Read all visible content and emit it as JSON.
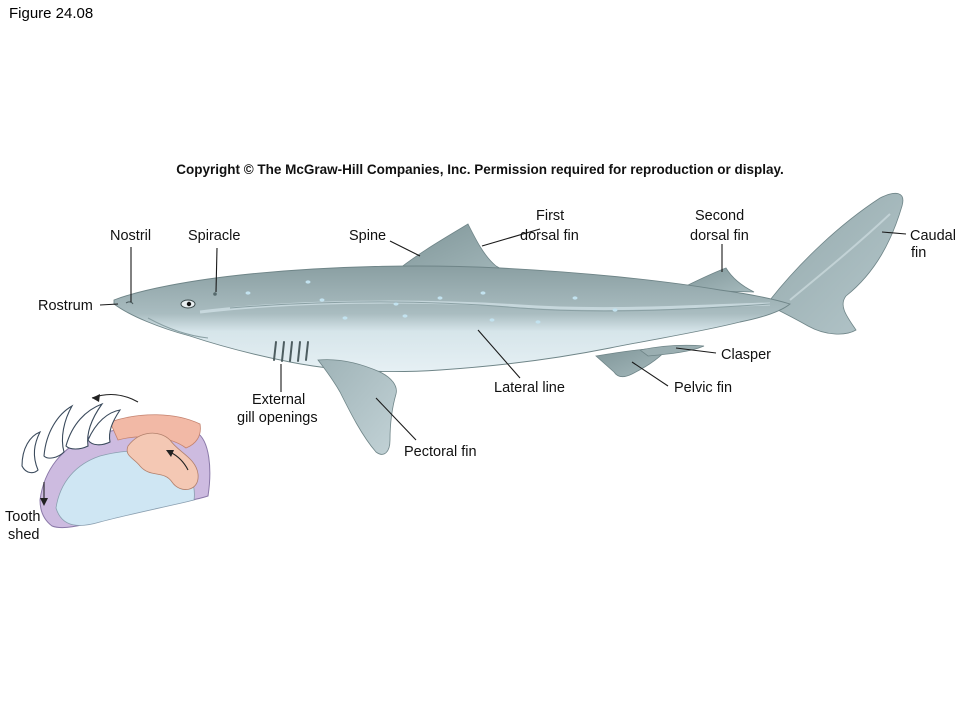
{
  "figure_title": "Figure 24.08",
  "copyright": "Copyright © The McGraw-Hill Companies, Inc. Permission required for reproduction or display.",
  "labels": {
    "nostril": "Nostril",
    "spiracle": "Spiracle",
    "spine": "Spine",
    "first_dorsal_line1": "First",
    "first_dorsal_line2": "dorsal fin",
    "second_dorsal_line1": "Second",
    "second_dorsal_line2": "dorsal fin",
    "caudal_line1": "Caudal",
    "caudal_line2": "fin",
    "rostrum": "Rostrum",
    "clasper": "Clasper",
    "pelvic_fin": "Pelvic fin",
    "lateral_line": "Lateral line",
    "gill_line1": "External",
    "gill_line2": "gill openings",
    "pectoral_fin": "Pectoral fin",
    "tooth_line1": "Tooth",
    "tooth_line2": "shed"
  },
  "colors": {
    "body_dark": "#8fa4a6",
    "body_light": "#cfe0e6",
    "belly": "#e3eef3",
    "spots": "#b8dcea",
    "gum_pink": "#f2b9a6",
    "jaw_lavender": "#c8b6dc",
    "jaw_inner": "#cfe6f3"
  }
}
